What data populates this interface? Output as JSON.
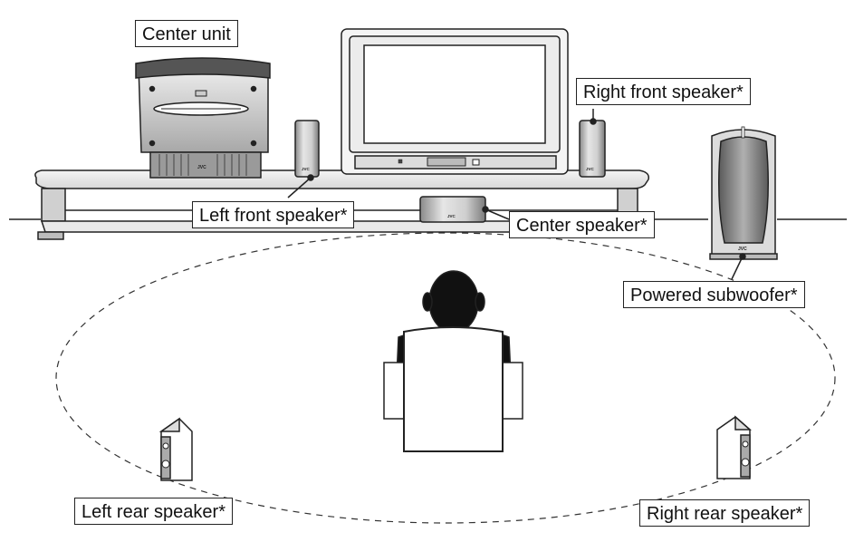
{
  "labels": {
    "center_unit": "Center unit",
    "right_front": "Right front speaker*",
    "left_front": "Left front speaker*",
    "center_speaker": "Center speaker*",
    "subwoofer": "Powered subwoofer*",
    "left_rear": "Left rear speaker*",
    "right_rear": "Right rear speaker*"
  },
  "brand": "JVC",
  "colors": {
    "line": "#222222",
    "panel_light": "#e8e8e8",
    "panel_mid": "#b8b8b8",
    "panel_dark": "#6a6a6a"
  }
}
